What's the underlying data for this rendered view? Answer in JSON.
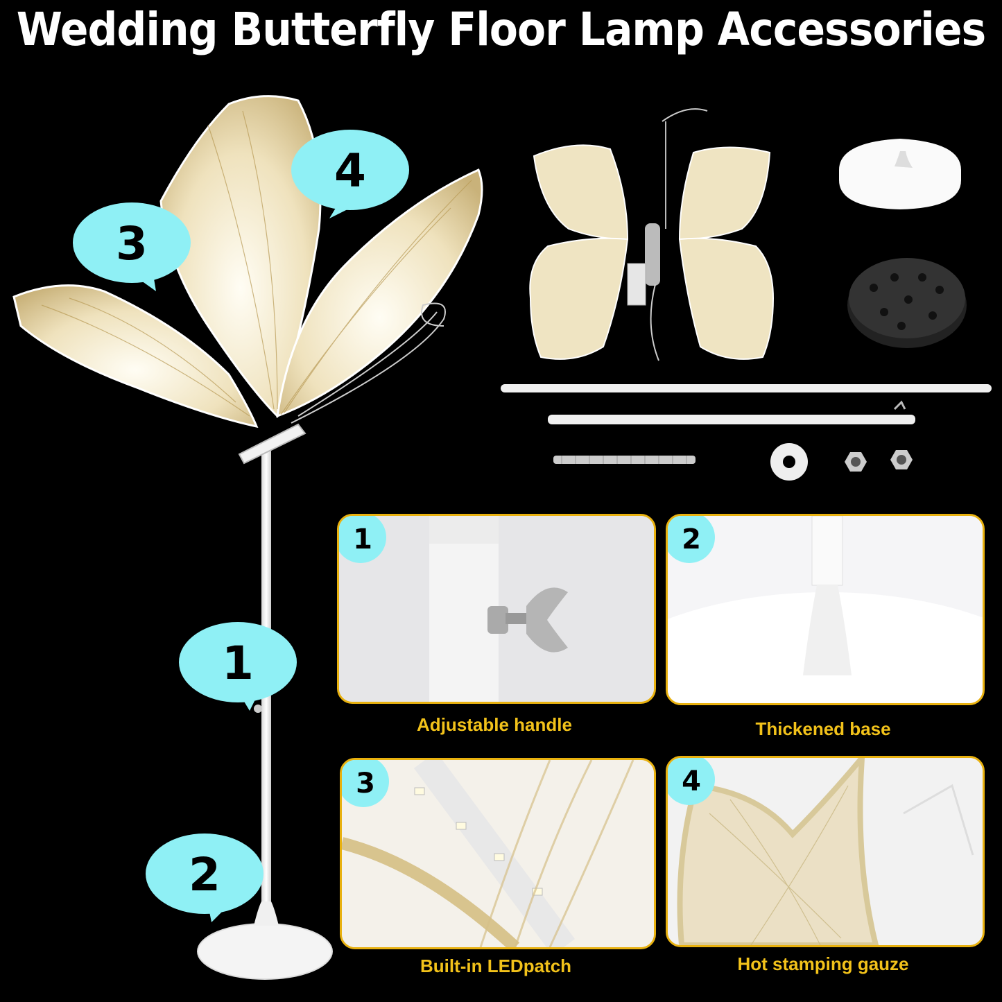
{
  "title": "Wedding Butterfly Floor Lamp Accessories",
  "callouts": [
    {
      "label": "1"
    },
    {
      "label": "2"
    },
    {
      "label": "3"
    },
    {
      "label": "4"
    }
  ],
  "panels": [
    {
      "number": "1",
      "caption": "Adjustable handle"
    },
    {
      "number": "2",
      "caption": "Thickened base"
    },
    {
      "number": "3",
      "caption": "Built-in LEDpatch"
    },
    {
      "number": "4",
      "caption": "Hot stamping gauze"
    }
  ],
  "colors": {
    "background": "#000000",
    "callout": "#8ff0f5",
    "panel_border": "#e8b10f",
    "caption": "#f2c21a",
    "wing": "#efe4c2"
  }
}
